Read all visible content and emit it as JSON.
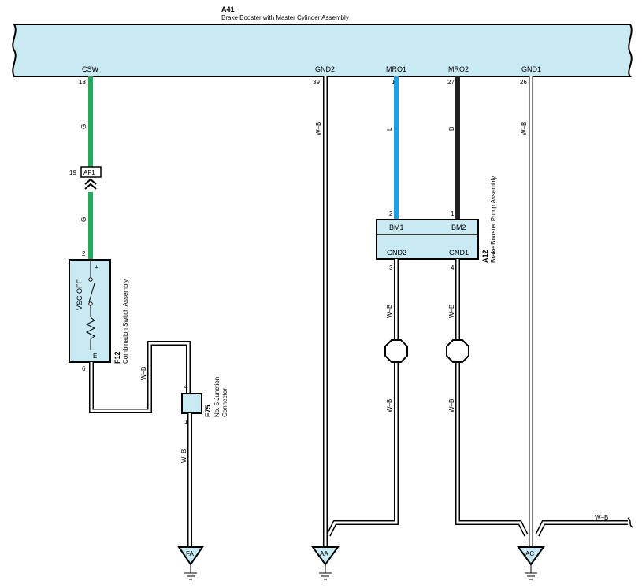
{
  "colors": {
    "component_fill": "#c9e9f3",
    "wire_green": "#22a95a",
    "wire_blue": "#1ea1e0",
    "wire_black": "#222222",
    "wire_wb": "#000000"
  },
  "brake_booster": {
    "code": "A41",
    "name": "Brake Booster with Master Cylinder Assembly",
    "terminals": {
      "csw": "CSW",
      "csw_pin": "18",
      "gnd2": "GND2",
      "gnd2_pin": "39",
      "mro1": "MRO1",
      "mro1_pin": "1",
      "mro2": "MRO2",
      "mro2_pin": "27",
      "gnd1": "GND1",
      "gnd1_pin": "26"
    }
  },
  "wire_colors": {
    "g": "G",
    "l": "L",
    "b": "B",
    "wb": "W–B"
  },
  "connector_af1": {
    "label": "AF1",
    "pin": "19"
  },
  "pump": {
    "code": "A12",
    "name": "Brake Booster Pump Assembly",
    "bm1": "BM1",
    "bm2": "BM2",
    "gnd2": "GND2",
    "gnd1": "GND1",
    "pin_bm1": "2",
    "pin_bm2": "1",
    "pin_gnd2": "3",
    "pin_gnd1": "4"
  },
  "switch": {
    "code": "F12",
    "name": "Combination Switch Assembly",
    "label": "VSC OFF",
    "plus": "+",
    "e": "E",
    "pin_top": "2",
    "pin_bottom": "6"
  },
  "junction": {
    "code": "F75",
    "line1": "No. 5 Junction",
    "line2": "Connector",
    "pin_top": "4",
    "pin_bottom": "1"
  },
  "grounds": {
    "fa": "FA",
    "aa": "AA",
    "ac": "AC"
  }
}
